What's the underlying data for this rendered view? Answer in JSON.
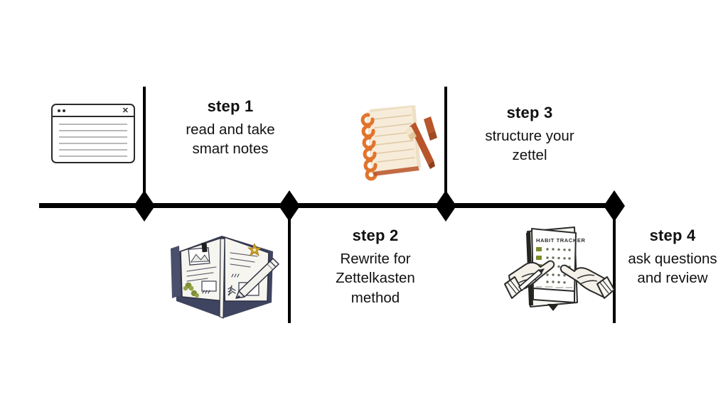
{
  "diagram": {
    "type": "horizontal-timeline",
    "orientation": "left-to-right",
    "marker_shape": "diamond",
    "background_color": "#ffffff",
    "line_color": "#000000",
    "text_color": "#111111",
    "step_count": 4
  },
  "steps": [
    {
      "id": "step-1",
      "title": "step 1",
      "description_line1": "read and take",
      "description_line2": "smart notes",
      "position": "above",
      "illustration": "browser-window-with-text-lines"
    },
    {
      "id": "step-2",
      "title": "step 2",
      "description_line1": "Rewrite for",
      "description_line2": "Zettelkasten",
      "description_line3": "method",
      "position": "below",
      "illustration": "open-bullet-journal-with-pencil"
    },
    {
      "id": "step-3",
      "title": "step 3",
      "description_line1": "structure your",
      "description_line2": "zettel",
      "position": "above",
      "illustration": "spiral-notepad-with-pen"
    },
    {
      "id": "step-4",
      "title": "step 4",
      "description_line1": "ask questions",
      "description_line2": "and review",
      "position": "below",
      "illustration": "hands-holding-habit-tracker"
    }
  ],
  "illustrations": {
    "browser_window": {
      "close_glyph": "✕",
      "line_count": 6,
      "border_color": "#2b2b2b",
      "rule_color": "#b9b9b9"
    },
    "journal": {
      "cover_color": "#3f4460",
      "page_color": "#f6f5f0",
      "leaf_color": "#7f8f37",
      "star_color": "#c89a27",
      "ink_color": "#2f3242"
    },
    "notepad": {
      "ring_color": "#e2742c",
      "paper_color": "#f7ecd9",
      "rule_color": "#d9c6a6",
      "pen_body_color": "#b8552a",
      "pen_tip_color": "#e3c79a",
      "cap_color": "#b8552a"
    },
    "habit_tracker": {
      "sheet_title": "HABIT TRACKER",
      "paper_color": "#f7f7f2",
      "skin_color": "#f3f1e8",
      "outline_color": "#2b2b2b",
      "checkbox_color": "#7d8b2e",
      "dot_color": "#6d6d5e",
      "dot_rows": 5,
      "dot_columns": 6
    }
  }
}
